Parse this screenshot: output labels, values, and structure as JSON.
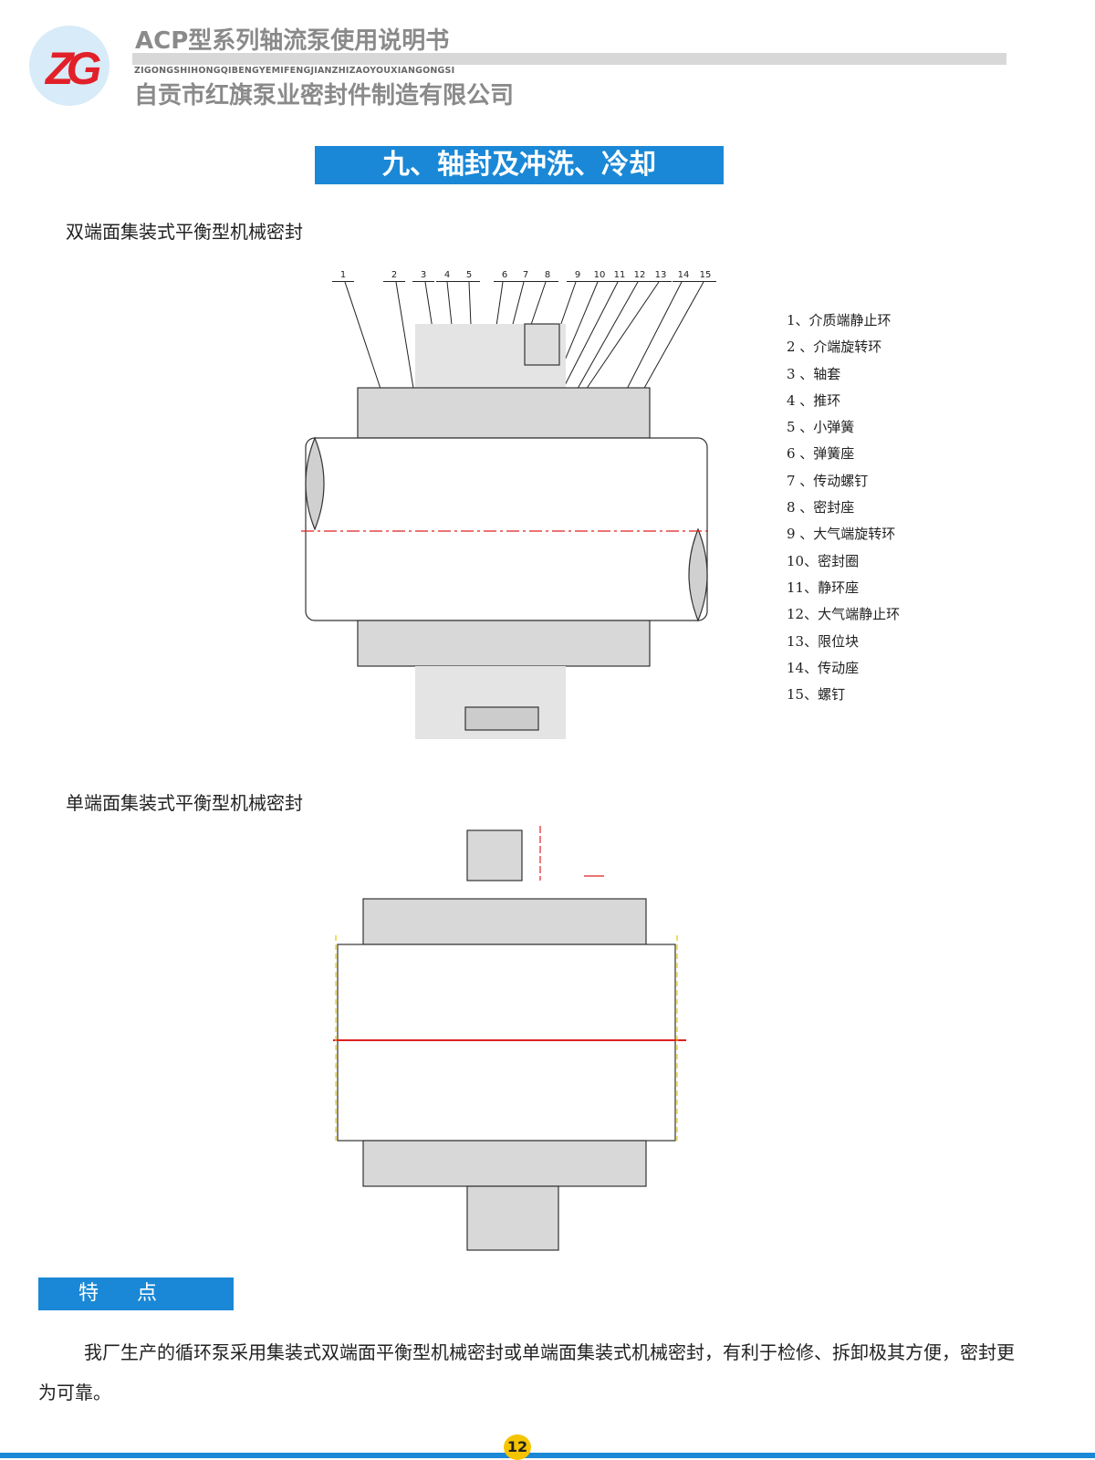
{
  "header": {
    "logo_text": "ZG",
    "doc_title": "ACP型系列轴流泵使用说明书",
    "pinyin": "ZIGONGSHIHONGQIBENGYEMIFENGJIANZHIZAOYOUXIANGONGSI",
    "company": "自贡市红旗泵业密封件制造有限公司"
  },
  "section_title": "九、轴封及冲洗、冷却",
  "figure1": {
    "title": "双端面集装式平衡型机械密封",
    "callouts": [
      "1",
      "2",
      "3",
      "4",
      "5",
      "6",
      "7",
      "8",
      "9",
      "10",
      "11",
      "12",
      "13",
      "14",
      "15"
    ],
    "legend": [
      "1、介质端静止环",
      "2 、介端旋转环",
      "3 、轴套",
      "4 、推环",
      "5 、小弹簧",
      "6 、弹簧座",
      "7 、传动螺钉",
      "8 、密封座",
      "9 、大气端旋转环",
      "10、密封圈",
      "11、静环座",
      "12、大气端静止环",
      "13、限位块",
      "14、传动座",
      "15、螺钉"
    ]
  },
  "figure2": {
    "title": "单端面集装式平衡型机械密封"
  },
  "features": {
    "label": "特点",
    "text": "我厂生产的循环泵采用集装式双端面平衡型机械密封或单端面集装式机械密封，有利于检修、拆卸极其方便，密封更为可靠。"
  },
  "page_number": "12"
}
